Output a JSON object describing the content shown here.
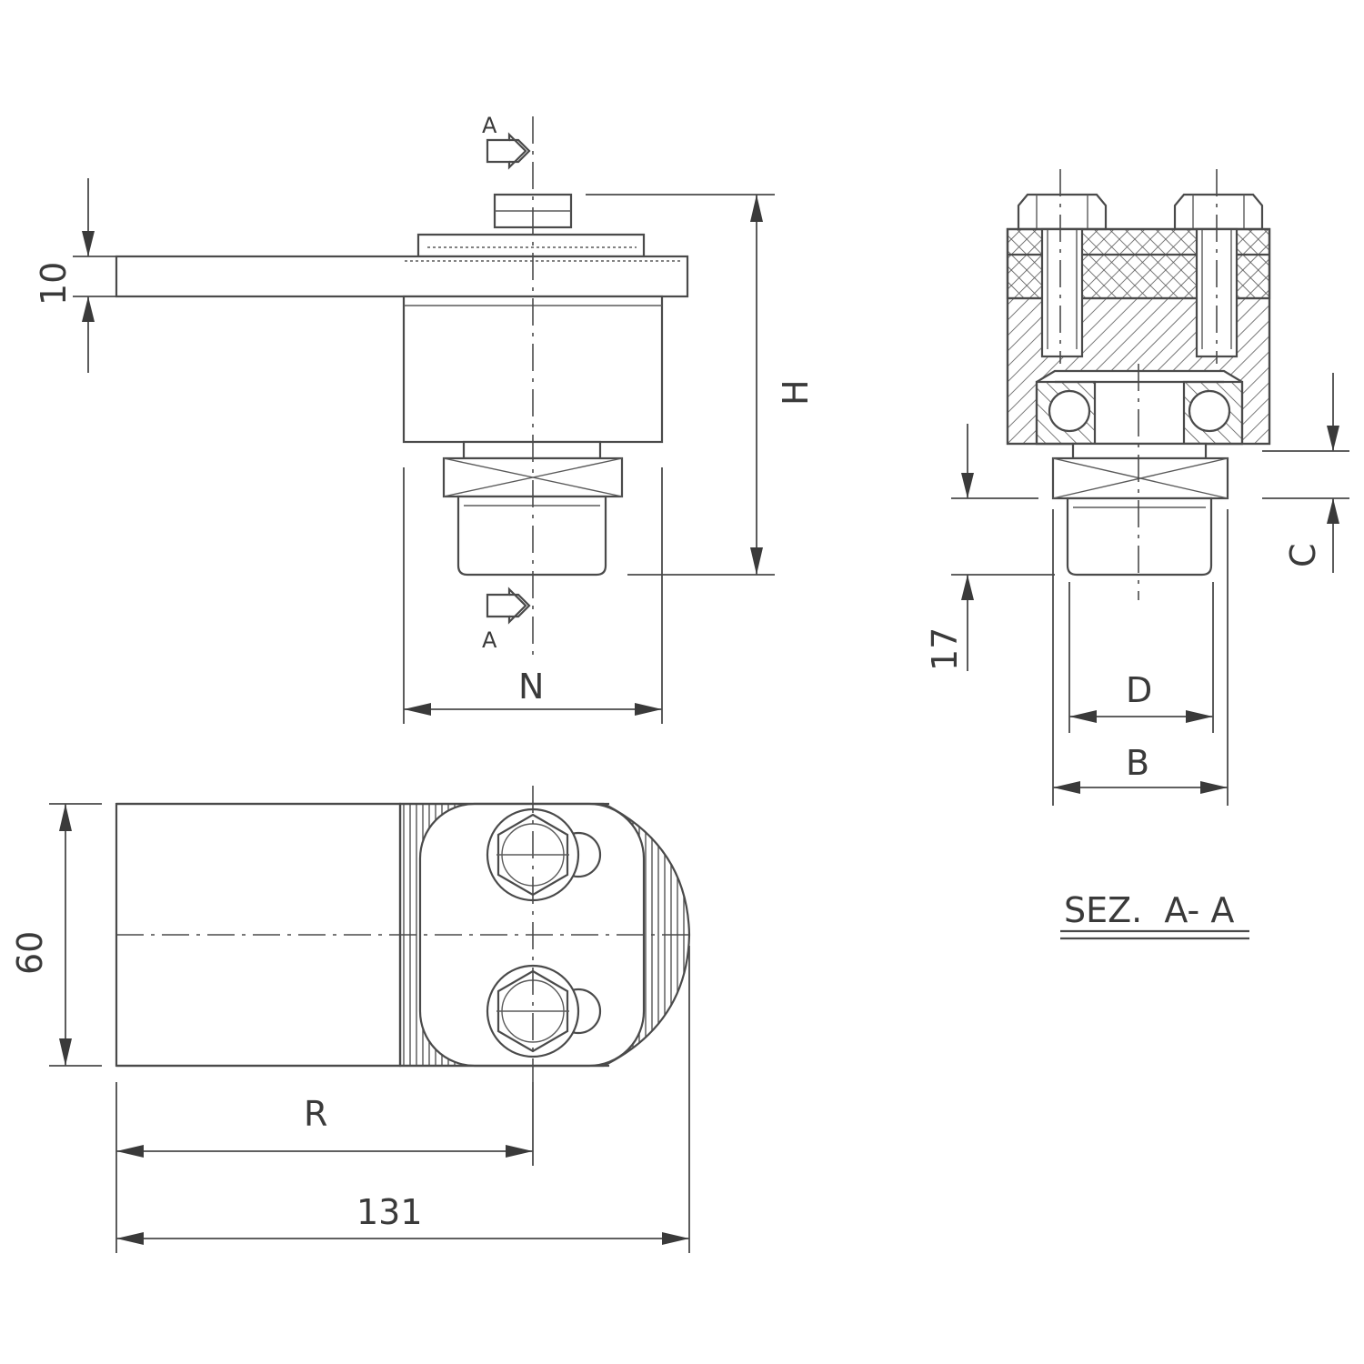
{
  "front_view": {
    "dim_10": "10",
    "dim_H": "H",
    "dim_N": "N",
    "section_mark_top": "A",
    "section_mark_bottom": "A"
  },
  "section_view": {
    "dim_17": "17",
    "dim_C": "C",
    "dim_D": "D",
    "dim_B": "B",
    "title": "SEZ.  A- A"
  },
  "plan_view": {
    "dim_60": "60",
    "dim_R": "R",
    "dim_131": "131"
  }
}
